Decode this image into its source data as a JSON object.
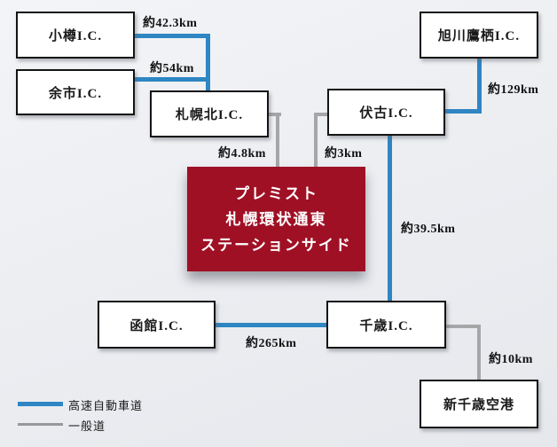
{
  "colors": {
    "expressway_blue": "#2e86c3",
    "general_road_gray": "#a6a6a9",
    "center_box_red": "#a01025",
    "node_border": "#141414",
    "background": "#ebedf1"
  },
  "center_box": {
    "line1": "プレミスト",
    "line2": "札幌環状通東",
    "line3": "ステーションサイド"
  },
  "nodes": {
    "otaru": "小樽I.C.",
    "yoichi": "余市I.C.",
    "sapporo_kita": "札幌北I.C.",
    "asahikawa_takasu": "旭川鷹栖I.C.",
    "fushiko": "伏古I.C.",
    "hakodate": "函館I.C.",
    "chitose": "千歳I.C.",
    "shin_chitose_airport": "新千歳空港"
  },
  "distances": {
    "otaru_to_sapporo_kita": "約42.3km",
    "yoichi_to_sapporo_kita": "約54km",
    "asahikawa_to_fushiko": "約129km",
    "sapporo_kita_to_site": "約4.8km",
    "fushiko_to_site": "約3km",
    "fushiko_to_chitose": "約39.5km",
    "hakodate_to_chitose": "約265km",
    "chitose_to_airport": "約10km"
  },
  "edges": [
    {
      "from": "小樽I.C.",
      "to": "札幌北I.C.",
      "distance": "約42.3km",
      "road": "高速自動車道"
    },
    {
      "from": "余市I.C.",
      "to": "札幌北I.C.",
      "distance": "約54km",
      "road": "高速自動車道"
    },
    {
      "from": "旭川鷹栖I.C.",
      "to": "伏古I.C.",
      "distance": "約129km",
      "road": "高速自動車道"
    },
    {
      "from": "札幌北I.C.",
      "to": "プレミスト札幌環状通東ステーションサイド",
      "distance": "約4.8km",
      "road": "一般道"
    },
    {
      "from": "伏古I.C.",
      "to": "プレミスト札幌環状通東ステーションサイド",
      "distance": "約3km",
      "road": "一般道"
    },
    {
      "from": "伏古I.C.",
      "to": "千歳I.C.",
      "distance": "約39.5km",
      "road": "高速自動車道"
    },
    {
      "from": "函館I.C.",
      "to": "千歳I.C.",
      "distance": "約265km",
      "road": "高速自動車道"
    },
    {
      "from": "千歳I.C.",
      "to": "新千歳空港",
      "distance": "約10km",
      "road": "一般道"
    }
  ],
  "legend": {
    "expressway_label": "高速自動車道",
    "general_road_label": "一般道"
  }
}
